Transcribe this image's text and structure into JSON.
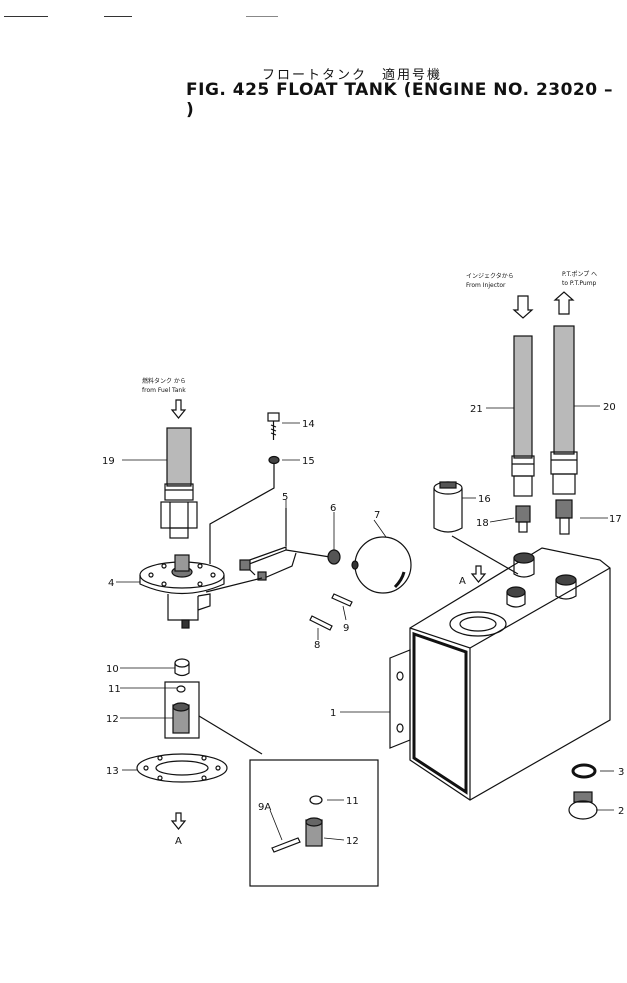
{
  "header": {
    "title_jp": "フロートタンク　適用号機",
    "title_en": "FIG. 425  FLOAT TANK (ENGINE NO. 23020 –  )"
  },
  "notes": {
    "fuel_tank_jp": "燃料タンク から",
    "fuel_tank_en": "from Fuel Tank",
    "injector_jp": "インジェクタから",
    "injector_en": "From Injector",
    "pump_jp": "P.T.ポンプ へ",
    "pump_en": "to P.T.Pump"
  },
  "callouts": {
    "c1": "1",
    "c2": "2",
    "c3": "3",
    "c4": "4",
    "c5": "5",
    "c6": "6",
    "c7": "7",
    "c8": "8",
    "c9": "9",
    "c9a": "9A",
    "c10": "10",
    "c11": "11",
    "c11b": "11",
    "c12": "12",
    "c12b": "12",
    "c13": "13",
    "c14": "14",
    "c15": "15",
    "c16": "16",
    "c17": "17",
    "c18": "18",
    "c19": "19",
    "c20": "20",
    "c21": "21",
    "view_a_top": "A",
    "view_a_bottom": "A"
  }
}
